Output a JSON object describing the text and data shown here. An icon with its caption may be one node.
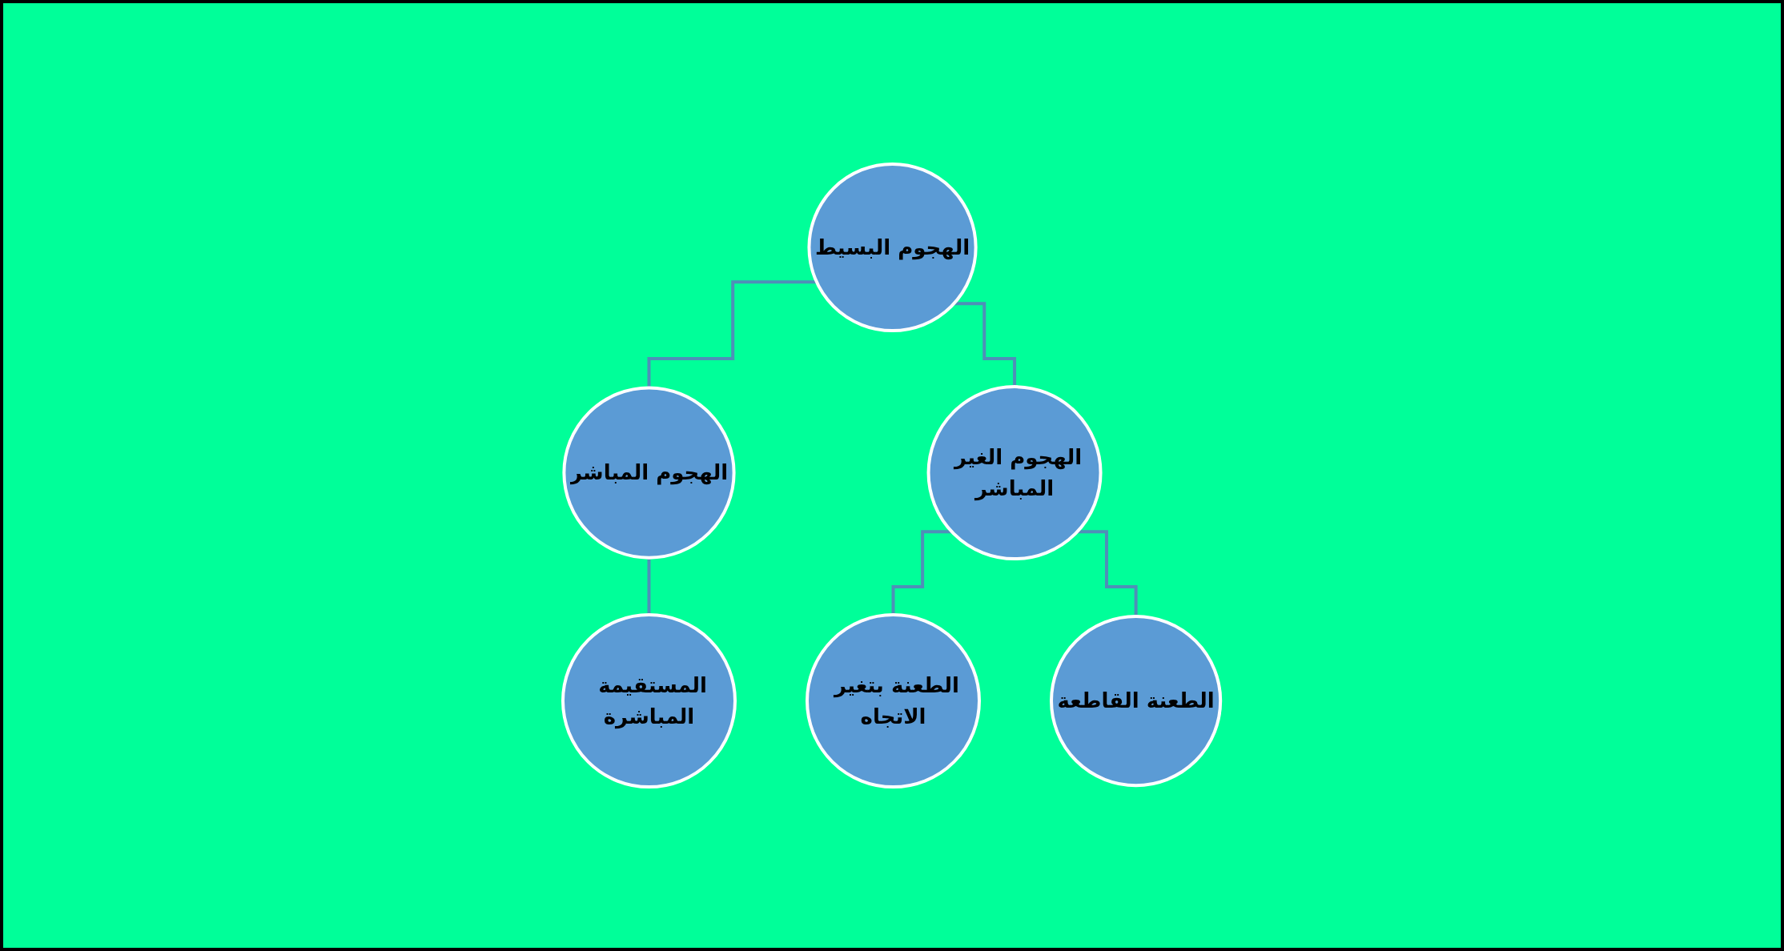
{
  "diagram": {
    "nodes": [
      {
        "text": [
          "الهجوم البسيط"
        ]
      },
      {
        "text": [
          "الهجوم المباشر"
        ]
      },
      {
        "text": [
          "الهجوم الغير المباشر"
        ]
      },
      {
        "text": [
          "المستقيمة المباشرة"
        ]
      },
      {
        "text": [
          "الطعنة بتغير الاتجاه"
        ]
      },
      {
        "text": [
          "الطعنة القاطعة"
        ]
      }
    ],
    "edges": [
      {
        "from": 0,
        "to": 1,
        "arrow": "none"
      },
      {
        "from": 0,
        "to": 2,
        "arrow": "none"
      },
      {
        "from": 1,
        "to": 3,
        "arrow": "none"
      },
      {
        "from": 2,
        "to": 4,
        "arrow": "none"
      },
      {
        "from": 2,
        "to": 5,
        "arrow": "none"
      }
    ]
  }
}
